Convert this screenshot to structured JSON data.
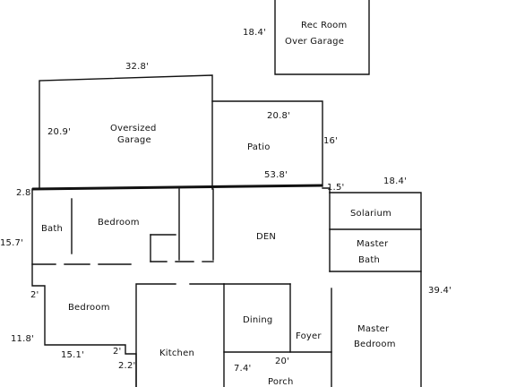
{
  "rooms": {
    "rec_room": {
      "line1": "Rec Room",
      "line2": "Over  Garage"
    },
    "garage": {
      "line1": "Oversized",
      "line2": "Garage"
    },
    "patio": "Patio",
    "bath": "Bath",
    "bedroom_upper": "Bedroom",
    "den": "DEN",
    "solarium": "Solarium",
    "master_bath": {
      "line1": "Master",
      "line2": "Bath"
    },
    "bedroom_lower": "Bedroom",
    "dining": "Dining",
    "foyer": "Foyer",
    "master_bedroom": {
      "line1": "Master",
      "line2": "Bedroom"
    },
    "kitchen": "Kitchen",
    "porch": "Porch"
  },
  "dimensions": {
    "rec_room_side": "18.4'",
    "garage_top": "32.8'",
    "garage_side": "20.9'",
    "patio_top": "20.8'",
    "patio_right": "16'",
    "patio_bottom": "53.8'",
    "top_right": "18.4'",
    "left_offset": "2.8'",
    "right_offset": "1.5'",
    "left_wing": "15.7'",
    "left_step": "2'",
    "bedroom_side": "11.8'",
    "bedroom_bottom": "15.1'",
    "kitchen_step_a": "2'",
    "kitchen_step_b": "2.2'",
    "right_side": "39.4'",
    "porch_left": "7.4'",
    "porch_top": "20'"
  }
}
